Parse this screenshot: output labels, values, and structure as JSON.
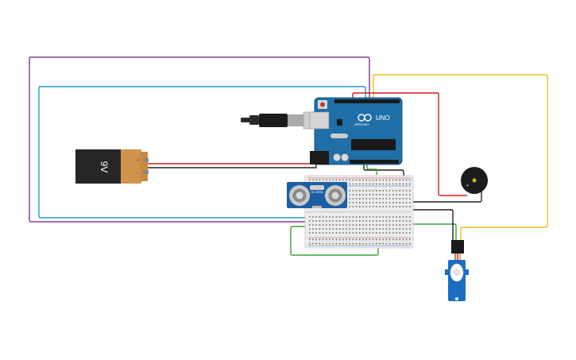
{
  "battery": {
    "label": "9V",
    "plus": "+",
    "minus": "−"
  },
  "arduino": {
    "model": "UNO",
    "brand": "ARDUINO"
  },
  "sensor": {
    "model": "HC-SR04"
  },
  "colors": {
    "purple": "#7a3b8f",
    "cyan": "#1f9dc4",
    "red": "#cc1f1f",
    "black": "#222222",
    "yellow": "#e6c21a",
    "green": "#3aa33a",
    "board": "#1f6fa8",
    "servo": "#1a6fc4"
  }
}
